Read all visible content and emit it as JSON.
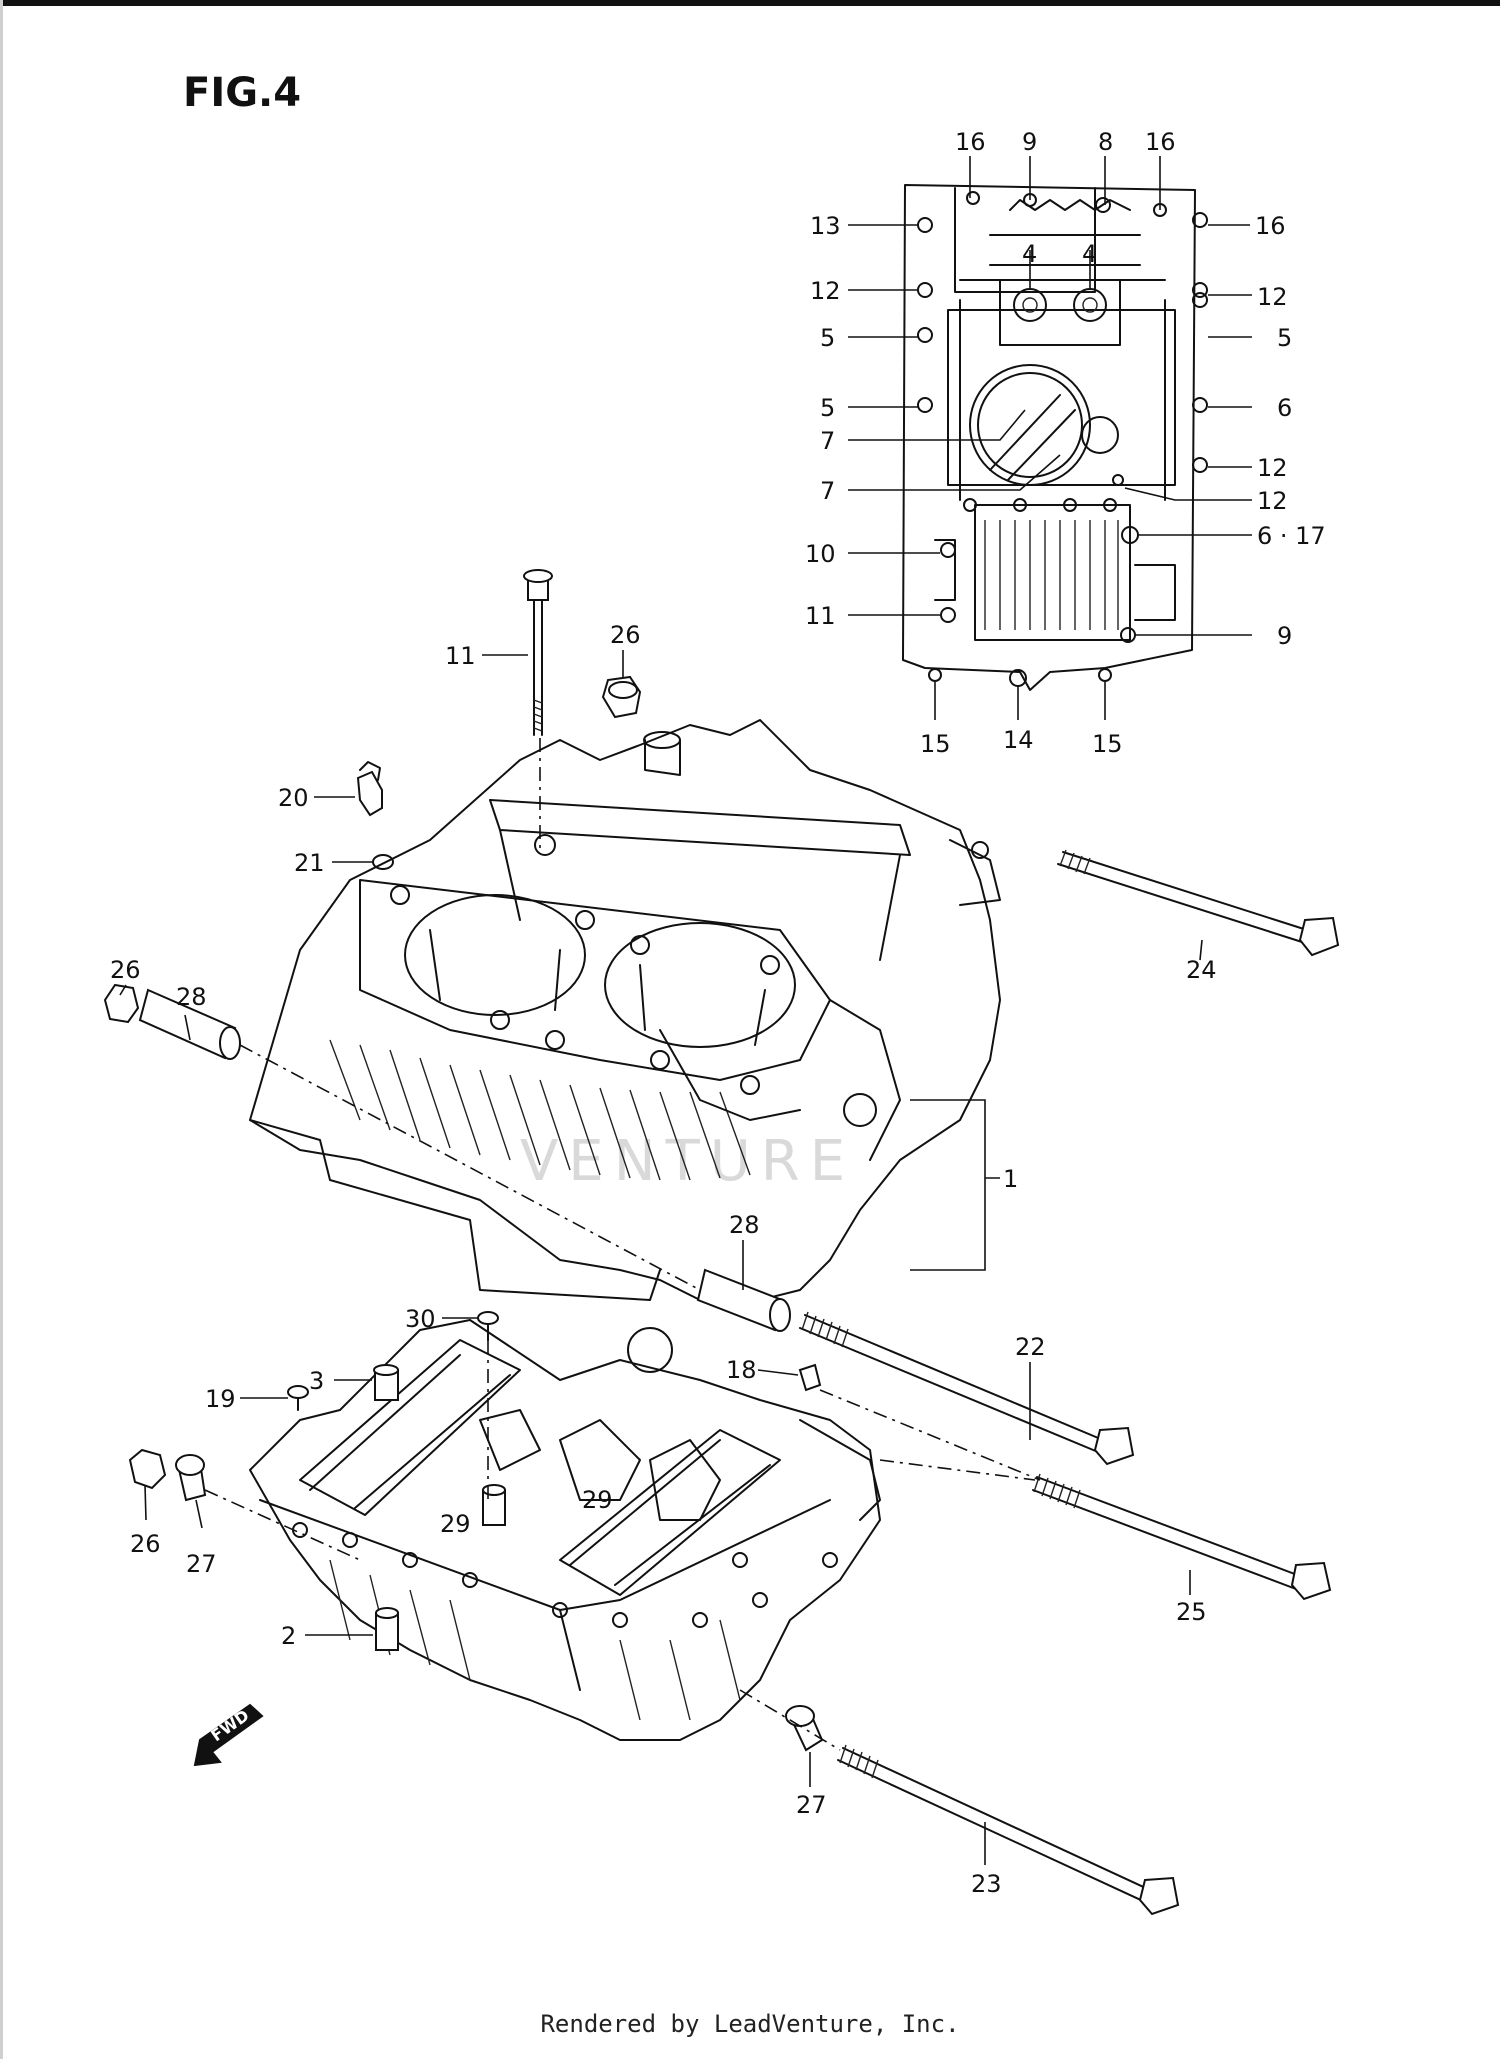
{
  "figure": {
    "title": "FIG.4"
  },
  "footer": {
    "text": "Rendered by LeadVenture, Inc."
  },
  "watermark": {
    "text": "VENTURE"
  },
  "fwd_marker": {
    "text": "FWD"
  },
  "callouts": [
    {
      "id": "c1",
      "label": "16"
    },
    {
      "id": "c2",
      "label": "9"
    },
    {
      "id": "c3",
      "label": "8"
    },
    {
      "id": "c4",
      "label": "16"
    },
    {
      "id": "c5",
      "label": "13"
    },
    {
      "id": "c6",
      "label": "16"
    },
    {
      "id": "c7",
      "label": "4"
    },
    {
      "id": "c8",
      "label": "4"
    },
    {
      "id": "c9",
      "label": "12"
    },
    {
      "id": "c10",
      "label": "12"
    },
    {
      "id": "c11",
      "label": "5"
    },
    {
      "id": "c12",
      "label": "5"
    },
    {
      "id": "c13",
      "label": "5"
    },
    {
      "id": "c14",
      "label": "6"
    },
    {
      "id": "c15",
      "label": "7"
    },
    {
      "id": "c16",
      "label": "12"
    },
    {
      "id": "c17",
      "label": "7"
    },
    {
      "id": "c18",
      "label": "12"
    },
    {
      "id": "c19",
      "label": "10"
    },
    {
      "id": "c20",
      "label": "6 · 17"
    },
    {
      "id": "c21",
      "label": "11"
    },
    {
      "id": "c22",
      "label": "9"
    },
    {
      "id": "c23",
      "label": "15"
    },
    {
      "id": "c24",
      "label": "14"
    },
    {
      "id": "c25",
      "label": "15"
    },
    {
      "id": "c26",
      "label": "11"
    },
    {
      "id": "c27",
      "label": "26"
    },
    {
      "id": "c28",
      "label": "20"
    },
    {
      "id": "c29",
      "label": "21"
    },
    {
      "id": "c30",
      "label": "24"
    },
    {
      "id": "c31",
      "label": "26"
    },
    {
      "id": "c32",
      "label": "28"
    },
    {
      "id": "c33",
      "label": "1"
    },
    {
      "id": "c34",
      "label": "28"
    },
    {
      "id": "c35",
      "label": "30"
    },
    {
      "id": "c36",
      "label": "22"
    },
    {
      "id": "c37",
      "label": "3"
    },
    {
      "id": "c38",
      "label": "18"
    },
    {
      "id": "c39",
      "label": "19"
    },
    {
      "id": "c40",
      "label": "29"
    },
    {
      "id": "c41",
      "label": "29"
    },
    {
      "id": "c42",
      "label": "26"
    },
    {
      "id": "c43",
      "label": "27"
    },
    {
      "id": "c44",
      "label": "25"
    },
    {
      "id": "c45",
      "label": "2"
    },
    {
      "id": "c46",
      "label": "27"
    },
    {
      "id": "c47",
      "label": "23"
    }
  ]
}
